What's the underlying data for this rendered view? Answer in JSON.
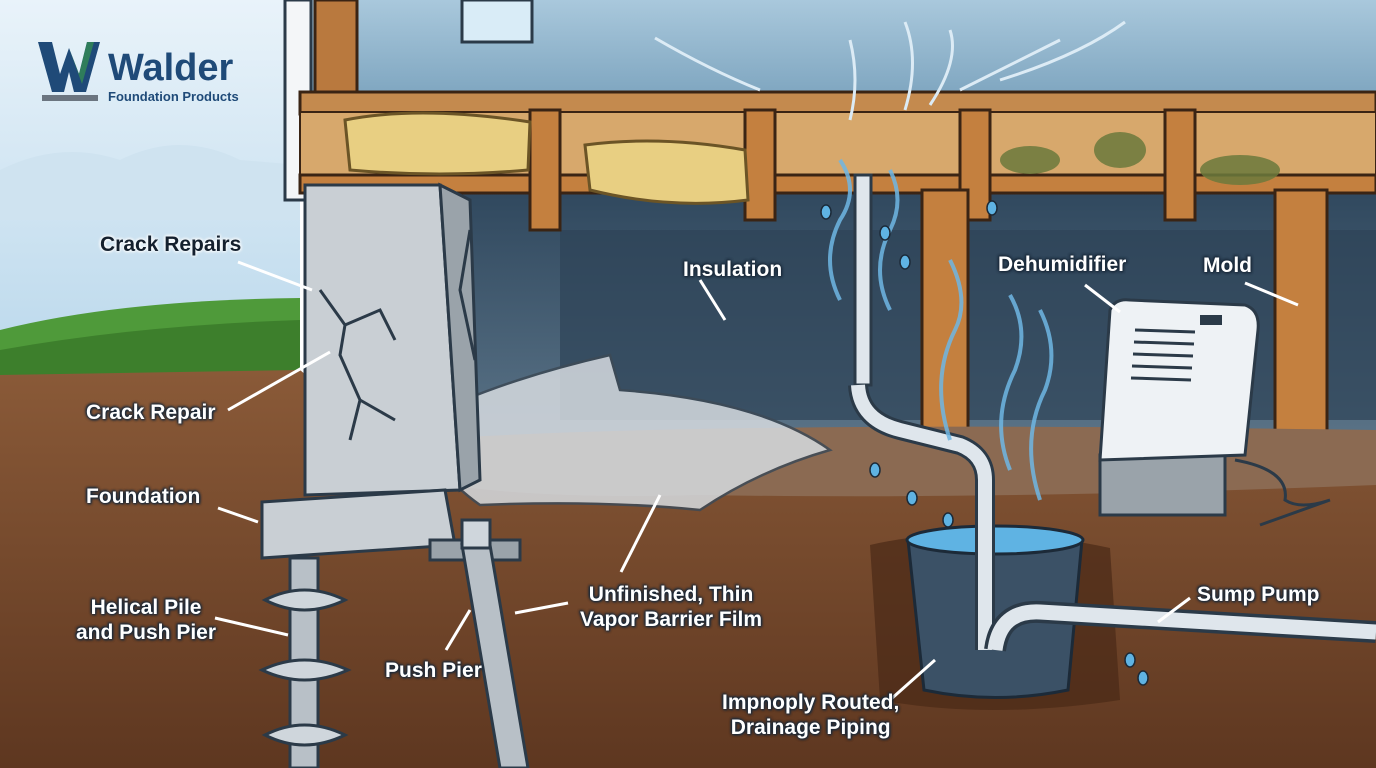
{
  "brand": {
    "name": "Walder",
    "tagline": "Foundation Products",
    "colors": {
      "primary": "#1f4a78",
      "accent": "#2f7d5b"
    }
  },
  "labels": {
    "crack_repairs": "Crack Repairs",
    "crack_repair": "Crack Repair",
    "foundation": "Foundation",
    "helical_pile": [
      "Helical Pile",
      "and Push Pier"
    ],
    "push_pier": "Push Pier",
    "insulation": "Insulation",
    "vapor_barrier": [
      "Unfinished, Thin",
      "Vapor Barrier Film"
    ],
    "dehumidifier": "Dehumidifier",
    "mold": "Mold",
    "sump_pump": "Sump Pump",
    "drainage": [
      "Impnoply Routed,",
      "Drainage Piping"
    ]
  },
  "palette": {
    "sky": "#dcebf5",
    "soil": "#7a4a2c",
    "soil_dark": "#5e3720",
    "wall": "#4a6378",
    "concrete": "#c9cfd4",
    "wood": "#b9793e",
    "water": "#5fb3e3",
    "grass": "#4f9a3a"
  }
}
